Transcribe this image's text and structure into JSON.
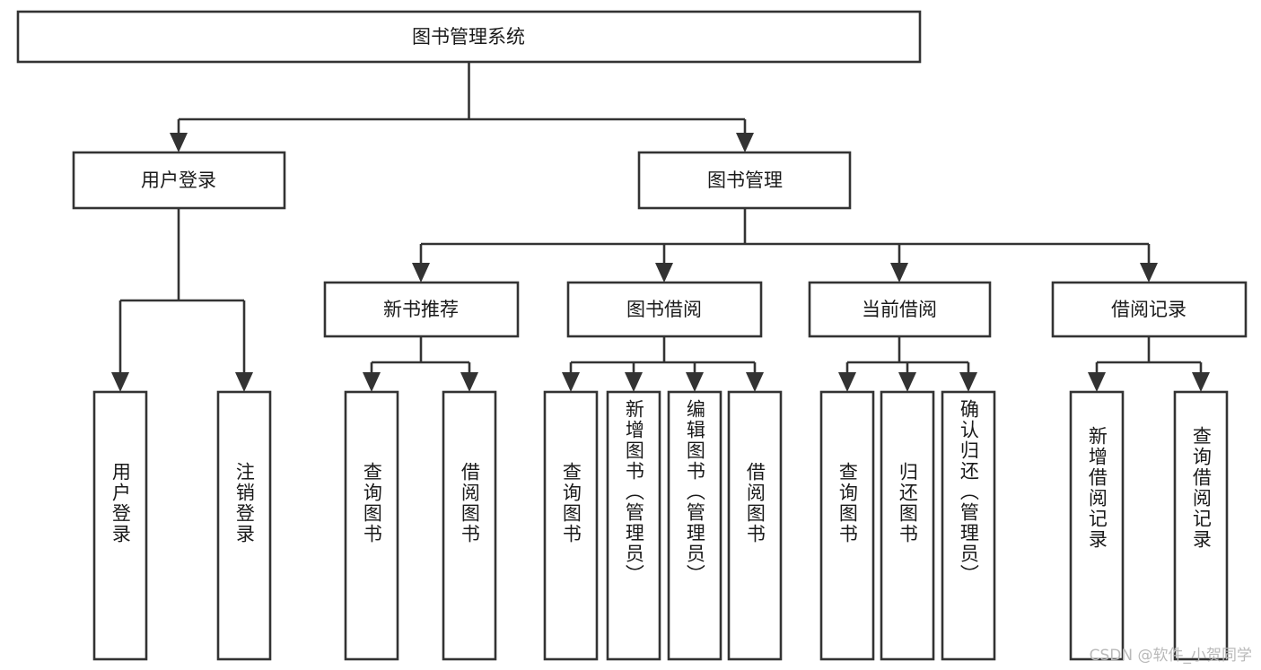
{
  "diagram": {
    "type": "tree",
    "title": "图书管理系统",
    "orientation": "top-down",
    "root": {
      "id": "root",
      "label": "图书管理系统"
    },
    "level2": [
      {
        "id": "user-login",
        "label": "用户登录"
      },
      {
        "id": "book-management",
        "label": "图书管理"
      }
    ],
    "level3": [
      {
        "id": "new-book-recommend",
        "label": "新书推荐"
      },
      {
        "id": "book-borrow",
        "label": "图书借阅"
      },
      {
        "id": "current-borrow",
        "label": "当前借阅"
      },
      {
        "id": "borrow-record",
        "label": "借阅记录"
      }
    ],
    "leaves": [
      {
        "id": "leaf-user-login",
        "label": "用户登录",
        "parent": "user-login"
      },
      {
        "id": "leaf-user-logout",
        "label": "注销登录",
        "parent": "user-login"
      },
      {
        "id": "leaf-query-book-1",
        "label": "查询图书",
        "parent": "new-book-recommend"
      },
      {
        "id": "leaf-borrow-book-1",
        "label": "借阅图书",
        "parent": "new-book-recommend"
      },
      {
        "id": "leaf-query-book-2",
        "label": "查询图书",
        "parent": "book-borrow"
      },
      {
        "id": "leaf-add-book",
        "label": "新增图书（管理员）",
        "parent": "book-borrow"
      },
      {
        "id": "leaf-edit-book",
        "label": "编辑图书（管理员）",
        "parent": "book-borrow"
      },
      {
        "id": "leaf-borrow-book-2",
        "label": "借阅图书",
        "parent": "book-borrow"
      },
      {
        "id": "leaf-query-book-3",
        "label": "查询图书",
        "parent": "current-borrow"
      },
      {
        "id": "leaf-return-book",
        "label": "归还图书",
        "parent": "current-borrow"
      },
      {
        "id": "leaf-confirm-return",
        "label": "确认归还（管理员）",
        "parent": "current-borrow"
      },
      {
        "id": "leaf-add-record",
        "label": "新增借阅记录",
        "parent": "borrow-record"
      },
      {
        "id": "leaf-query-record",
        "label": "查询借阅记录",
        "parent": "borrow-record"
      }
    ],
    "colors": {
      "box_stroke": "#333333",
      "box_fill": "#ffffff",
      "text": "#1a1a1a",
      "connector": "#333333",
      "background": "#ffffff",
      "watermark": "#b9b9b9"
    }
  },
  "watermark": {
    "text": "CSDN @软件_小贺同学"
  }
}
